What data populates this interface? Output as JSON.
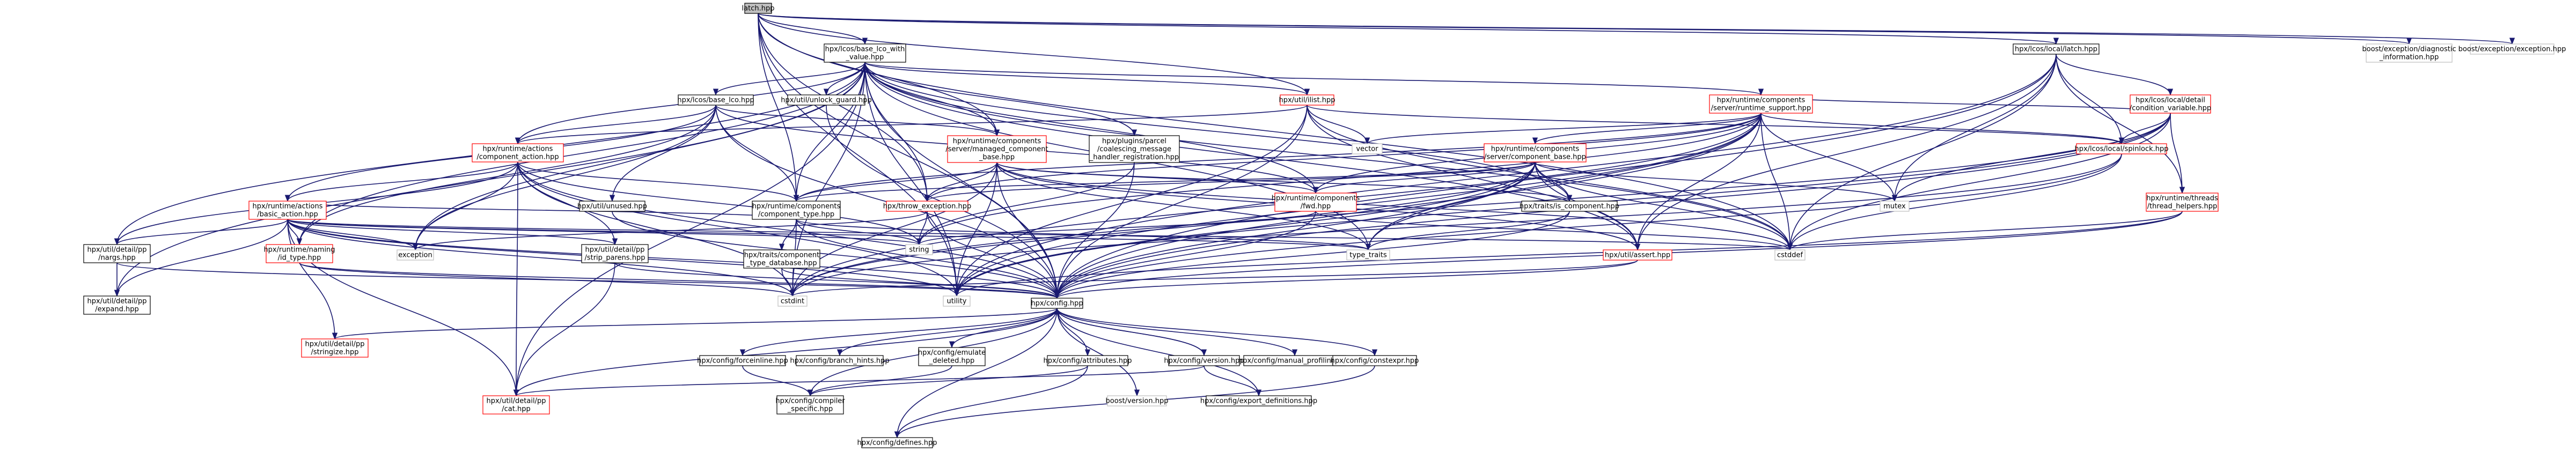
{
  "colors": {
    "edge": "#191970",
    "node_border_black": "#000000",
    "node_border_red": "#ff0000",
    "node_border_grey": "#bfbfbf",
    "root_fill": "#bfbfbf",
    "node_fill": "#ffffff"
  },
  "nodes": [
    {
      "id": "latch",
      "lines": [
        "latch.hpp"
      ],
      "border": "root"
    },
    {
      "id": "base_lco_with_value",
      "lines": [
        "hpx/lcos/base_lco_with",
        "_value.hpp"
      ],
      "border": "black"
    },
    {
      "id": "local_latch",
      "lines": [
        "hpx/lcos/local/latch.hpp"
      ],
      "border": "black"
    },
    {
      "id": "boost_diag",
      "lines": [
        "boost/exception/diagnostic",
        "_information.hpp"
      ],
      "border": "grey"
    },
    {
      "id": "boost_exc",
      "lines": [
        "boost/exception/exception.hpp"
      ],
      "border": "grey"
    },
    {
      "id": "base_lco",
      "lines": [
        "hpx/lcos/base_lco.hpp"
      ],
      "border": "black"
    },
    {
      "id": "unlock_guard",
      "lines": [
        "hpx/util/unlock_guard.hpp"
      ],
      "border": "black"
    },
    {
      "id": "ilist",
      "lines": [
        "hpx/util/ilist.hpp"
      ],
      "border": "red"
    },
    {
      "id": "coalescing",
      "lines": [
        "hpx/plugins/parcel",
        "/coalescing_message",
        "_handler_registration.hpp"
      ],
      "border": "black"
    },
    {
      "id": "managed_component_base",
      "lines": [
        "hpx/runtime/components",
        "/server/managed_component",
        "_base.hpp"
      ],
      "border": "red"
    },
    {
      "id": "component_action",
      "lines": [
        "hpx/runtime/actions",
        "/component_action.hpp"
      ],
      "border": "red"
    },
    {
      "id": "unused",
      "lines": [
        "hpx/util/unused.hpp"
      ],
      "border": "black"
    },
    {
      "id": "runtime_support",
      "lines": [
        "hpx/runtime/components",
        "/server/runtime_support.hpp"
      ],
      "border": "red"
    },
    {
      "id": "condition_variable",
      "lines": [
        "hpx/lcos/local/detail",
        "/condition_variable.hpp"
      ],
      "border": "red"
    },
    {
      "id": "spinlock",
      "lines": [
        "hpx/lcos/local/spinlock.hpp"
      ],
      "border": "red"
    },
    {
      "id": "vector",
      "lines": [
        "vector"
      ],
      "border": "grey"
    },
    {
      "id": "component_base",
      "lines": [
        "hpx/runtime/components",
        "/server/component_base.hpp"
      ],
      "border": "red"
    },
    {
      "id": "mutex",
      "lines": [
        "mutex"
      ],
      "border": "grey"
    },
    {
      "id": "basic_action",
      "lines": [
        "hpx/runtime/actions",
        "/basic_action.hpp"
      ],
      "border": "red"
    },
    {
      "id": "component_type",
      "lines": [
        "hpx/runtime/components",
        "/component_type.hpp"
      ],
      "border": "black"
    },
    {
      "id": "throw_exception",
      "lines": [
        "hpx/throw_exception.hpp"
      ],
      "border": "red"
    },
    {
      "id": "fwd",
      "lines": [
        "hpx/runtime/components",
        "/fwd.hpp"
      ],
      "border": "red"
    },
    {
      "id": "is_component",
      "lines": [
        "hpx/traits/is_component.hpp"
      ],
      "border": "black"
    },
    {
      "id": "thread_helpers",
      "lines": [
        "hpx/runtime/threads",
        "/thread_helpers.hpp"
      ],
      "border": "red"
    },
    {
      "id": "pp_nargs",
      "lines": [
        "hpx/util/detail/pp",
        "/nargs.hpp"
      ],
      "border": "black"
    },
    {
      "id": "id_type",
      "lines": [
        "hpx/runtime/naming",
        "/id_type.hpp"
      ],
      "border": "red"
    },
    {
      "id": "exception",
      "lines": [
        "exception"
      ],
      "border": "grey"
    },
    {
      "id": "strip_parens",
      "lines": [
        "hpx/util/detail/pp",
        "/strip_parens.hpp"
      ],
      "border": "black"
    },
    {
      "id": "string",
      "lines": [
        "string"
      ],
      "border": "grey"
    },
    {
      "id": "component_type_database",
      "lines": [
        "hpx/traits/component",
        "_type_database.hpp"
      ],
      "border": "black"
    },
    {
      "id": "type_traits",
      "lines": [
        "type_traits"
      ],
      "border": "grey"
    },
    {
      "id": "assert",
      "lines": [
        "hpx/util/assert.hpp"
      ],
      "border": "red"
    },
    {
      "id": "cstddef",
      "lines": [
        "cstddef"
      ],
      "border": "grey"
    },
    {
      "id": "pp_expand",
      "lines": [
        "hpx/util/detail/pp",
        "/expand.hpp"
      ],
      "border": "black"
    },
    {
      "id": "cstdint",
      "lines": [
        "cstdint"
      ],
      "border": "grey"
    },
    {
      "id": "utility",
      "lines": [
        "utility"
      ],
      "border": "grey"
    },
    {
      "id": "config",
      "lines": [
        "hpx/config.hpp"
      ],
      "border": "black"
    },
    {
      "id": "stringize",
      "lines": [
        "hpx/util/detail/pp",
        "/stringize.hpp"
      ],
      "border": "red"
    },
    {
      "id": "forceinline",
      "lines": [
        "hpx/config/forceinline.hpp"
      ],
      "border": "black"
    },
    {
      "id": "branch_hints",
      "lines": [
        "hpx/config/branch_hints.hpp"
      ],
      "border": "black"
    },
    {
      "id": "emulate_deleted",
      "lines": [
        "hpx/config/emulate",
        "_deleted.hpp"
      ],
      "border": "black"
    },
    {
      "id": "attributes",
      "lines": [
        "hpx/config/attributes.hpp"
      ],
      "border": "black"
    },
    {
      "id": "version",
      "lines": [
        "hpx/config/version.hpp"
      ],
      "border": "black"
    },
    {
      "id": "manual_profiling",
      "lines": [
        "hpx/config/manual_profiling.hpp"
      ],
      "border": "black"
    },
    {
      "id": "constexpr",
      "lines": [
        "hpx/config/constexpr.hpp"
      ],
      "border": "black"
    },
    {
      "id": "cat",
      "lines": [
        "hpx/util/detail/pp",
        "/cat.hpp"
      ],
      "border": "red"
    },
    {
      "id": "compiler_specific",
      "lines": [
        "hpx/config/compiler",
        "_specific.hpp"
      ],
      "border": "black"
    },
    {
      "id": "boost_version",
      "lines": [
        "boost/version.hpp"
      ],
      "border": "grey"
    },
    {
      "id": "export_definitions",
      "lines": [
        "hpx/config/export_definitions.hpp"
      ],
      "border": "black"
    },
    {
      "id": "defines",
      "lines": [
        "hpx/config/defines.hpp"
      ],
      "border": "black"
    }
  ],
  "edges": [
    [
      "latch",
      "base_lco_with_value"
    ],
    [
      "latch",
      "local_latch"
    ],
    [
      "latch",
      "boost_diag"
    ],
    [
      "latch",
      "boost_exc"
    ],
    [
      "latch",
      "ilist"
    ],
    [
      "latch",
      "managed_component_base"
    ],
    [
      "latch",
      "component_type"
    ],
    [
      "latch",
      "config"
    ],
    [
      "latch",
      "cstddef"
    ],
    [
      "latch",
      "utility"
    ],
    [
      "latch",
      "throw_exception"
    ],
    [
      "base_lco_with_value",
      "base_lco"
    ],
    [
      "base_lco_with_value",
      "unlock_guard"
    ],
    [
      "base_lco_with_value",
      "ilist"
    ],
    [
      "base_lco_with_value",
      "coalescing"
    ],
    [
      "base_lco_with_value",
      "managed_component_base"
    ],
    [
      "base_lco_with_value",
      "component_action"
    ],
    [
      "base_lco_with_value",
      "runtime_support"
    ],
    [
      "base_lco_with_value",
      "component_type"
    ],
    [
      "base_lco_with_value",
      "throw_exception"
    ],
    [
      "base_lco_with_value",
      "pp_nargs"
    ],
    [
      "base_lco_with_value",
      "pp_expand"
    ],
    [
      "base_lco_with_value",
      "cat"
    ],
    [
      "base_lco_with_value",
      "is_component"
    ],
    [
      "base_lco_with_value",
      "id_type"
    ],
    [
      "base_lco_with_value",
      "exception"
    ],
    [
      "base_lco_with_value",
      "config"
    ],
    [
      "base_lco_with_value",
      "utility"
    ],
    [
      "base_lco_with_value",
      "cstdint"
    ],
    [
      "base_lco_with_value",
      "fwd"
    ],
    [
      "base_lco_with_value",
      "assert"
    ],
    [
      "base_lco_with_value",
      "cstddef"
    ],
    [
      "base_lco_with_value",
      "type_traits"
    ],
    [
      "local_latch",
      "condition_variable"
    ],
    [
      "local_latch",
      "spinlock"
    ],
    [
      "local_latch",
      "mutex"
    ],
    [
      "local_latch",
      "assert"
    ],
    [
      "local_latch",
      "cstddef"
    ],
    [
      "local_latch",
      "utility"
    ],
    [
      "local_latch",
      "config"
    ],
    [
      "local_latch",
      "thread_helpers"
    ],
    [
      "base_lco",
      "component_action"
    ],
    [
      "base_lco",
      "basic_action"
    ],
    [
      "base_lco",
      "managed_component_base"
    ],
    [
      "base_lco",
      "unused"
    ],
    [
      "base_lco",
      "component_type"
    ],
    [
      "base_lco",
      "config"
    ],
    [
      "base_lco",
      "exception"
    ],
    [
      "base_lco",
      "fwd"
    ],
    [
      "base_lco",
      "id_type"
    ],
    [
      "unlock_guard",
      "config"
    ],
    [
      "ilist",
      "vector"
    ],
    [
      "ilist",
      "config"
    ],
    [
      "ilist",
      "cstddef"
    ],
    [
      "ilist",
      "assert"
    ],
    [
      "ilist",
      "utility"
    ],
    [
      "ilist",
      "spinlock"
    ],
    [
      "ilist",
      "component_action"
    ],
    [
      "coalescing",
      "config"
    ],
    [
      "coalescing",
      "string"
    ],
    [
      "managed_component_base",
      "component_type"
    ],
    [
      "managed_component_base",
      "throw_exception"
    ],
    [
      "managed_component_base",
      "fwd"
    ],
    [
      "managed_component_base",
      "is_component"
    ],
    [
      "managed_component_base",
      "config"
    ],
    [
      "managed_component_base",
      "utility"
    ],
    [
      "managed_component_base",
      "cstddef"
    ],
    [
      "managed_component_base",
      "type_traits"
    ],
    [
      "managed_component_base",
      "assert"
    ],
    [
      "managed_component_base",
      "cstdint"
    ],
    [
      "component_action",
      "basic_action"
    ],
    [
      "component_action",
      "component_type"
    ],
    [
      "component_action",
      "pp_nargs"
    ],
    [
      "component_action",
      "strip_parens"
    ],
    [
      "component_action",
      "cat"
    ],
    [
      "component_action",
      "config"
    ],
    [
      "component_action",
      "cstdint"
    ],
    [
      "component_action",
      "string"
    ],
    [
      "component_action",
      "utility"
    ],
    [
      "component_action",
      "exception"
    ],
    [
      "unused",
      "config"
    ],
    [
      "runtime_support",
      "component_base"
    ],
    [
      "runtime_support",
      "spinlock"
    ],
    [
      "runtime_support",
      "condition_variable"
    ],
    [
      "runtime_support",
      "mutex"
    ],
    [
      "runtime_support",
      "vector"
    ],
    [
      "runtime_support",
      "component_type"
    ],
    [
      "runtime_support",
      "config"
    ],
    [
      "runtime_support",
      "cstddef"
    ],
    [
      "runtime_support",
      "utility"
    ],
    [
      "runtime_support",
      "throw_exception"
    ],
    [
      "runtime_support",
      "string"
    ],
    [
      "runtime_support",
      "fwd"
    ],
    [
      "runtime_support",
      "cstdint"
    ],
    [
      "runtime_support",
      "type_traits"
    ],
    [
      "runtime_support",
      "assert"
    ],
    [
      "condition_variable",
      "spinlock"
    ],
    [
      "condition_variable",
      "mutex"
    ],
    [
      "condition_variable",
      "cstddef"
    ],
    [
      "condition_variable",
      "utility"
    ],
    [
      "condition_variable",
      "config"
    ],
    [
      "condition_variable",
      "cstdint"
    ],
    [
      "condition_variable",
      "thread_helpers"
    ],
    [
      "spinlock",
      "config"
    ],
    [
      "spinlock",
      "cstddef"
    ],
    [
      "spinlock",
      "cstdint"
    ],
    [
      "component_base",
      "component_type"
    ],
    [
      "component_base",
      "throw_exception"
    ],
    [
      "component_base",
      "fwd"
    ],
    [
      "component_base",
      "is_component"
    ],
    [
      "component_base",
      "mutex"
    ],
    [
      "component_base",
      "assert"
    ],
    [
      "component_base",
      "config"
    ],
    [
      "component_base",
      "utility"
    ],
    [
      "component_base",
      "cstddef"
    ],
    [
      "component_base",
      "type_traits"
    ],
    [
      "component_base",
      "cstdint"
    ],
    [
      "basic_action",
      "id_type"
    ],
    [
      "basic_action",
      "pp_nargs"
    ],
    [
      "basic_action",
      "pp_expand"
    ],
    [
      "basic_action",
      "cat"
    ],
    [
      "basic_action",
      "stringize"
    ],
    [
      "basic_action",
      "exception"
    ],
    [
      "basic_action",
      "config"
    ],
    [
      "basic_action",
      "string"
    ],
    [
      "basic_action",
      "cstdint"
    ],
    [
      "basic_action",
      "utility"
    ],
    [
      "basic_action",
      "type_traits"
    ],
    [
      "basic_action",
      "cstddef"
    ],
    [
      "basic_action",
      "component_type"
    ],
    [
      "basic_action",
      "strip_parens"
    ],
    [
      "component_type",
      "component_type_database"
    ],
    [
      "component_type",
      "config"
    ],
    [
      "component_type",
      "cstdint"
    ],
    [
      "component_type",
      "string"
    ],
    [
      "component_type",
      "type_traits"
    ],
    [
      "throw_exception",
      "config"
    ],
    [
      "throw_exception",
      "exception"
    ],
    [
      "throw_exception",
      "string"
    ],
    [
      "fwd",
      "config"
    ],
    [
      "fwd",
      "cstddef"
    ],
    [
      "fwd",
      "string"
    ],
    [
      "is_component",
      "config"
    ],
    [
      "is_component",
      "type_traits"
    ],
    [
      "thread_helpers",
      "config"
    ],
    [
      "thread_helpers",
      "cstddef"
    ],
    [
      "thread_helpers",
      "utility"
    ],
    [
      "pp_nargs",
      "pp_expand"
    ],
    [
      "pp_nargs",
      "config"
    ],
    [
      "id_type",
      "config"
    ],
    [
      "id_type",
      "cstdint"
    ],
    [
      "strip_parens",
      "cat"
    ],
    [
      "strip_parens",
      "config"
    ],
    [
      "component_type_database",
      "config"
    ],
    [
      "component_type_database",
      "cstdint"
    ],
    [
      "assert",
      "config"
    ],
    [
      "assert",
      "cstdint"
    ],
    [
      "config",
      "stringize"
    ],
    [
      "config",
      "forceinline"
    ],
    [
      "config",
      "branch_hints"
    ],
    [
      "config",
      "emulate_deleted"
    ],
    [
      "config",
      "attributes"
    ],
    [
      "config",
      "version"
    ],
    [
      "config",
      "manual_profiling"
    ],
    [
      "config",
      "constexpr"
    ],
    [
      "config",
      "cat"
    ],
    [
      "config",
      "compiler_specific"
    ],
    [
      "config",
      "boost_version"
    ],
    [
      "config",
      "export_definitions"
    ],
    [
      "config",
      "defines"
    ],
    [
      "forceinline",
      "compiler_specific"
    ],
    [
      "emulate_deleted",
      "compiler_specific"
    ],
    [
      "attributes",
      "defines"
    ],
    [
      "attributes",
      "compiler_specific"
    ],
    [
      "version",
      "cat"
    ],
    [
      "version",
      "export_definitions"
    ],
    [
      "version",
      "config"
    ],
    [
      "constexpr",
      "defines"
    ]
  ]
}
